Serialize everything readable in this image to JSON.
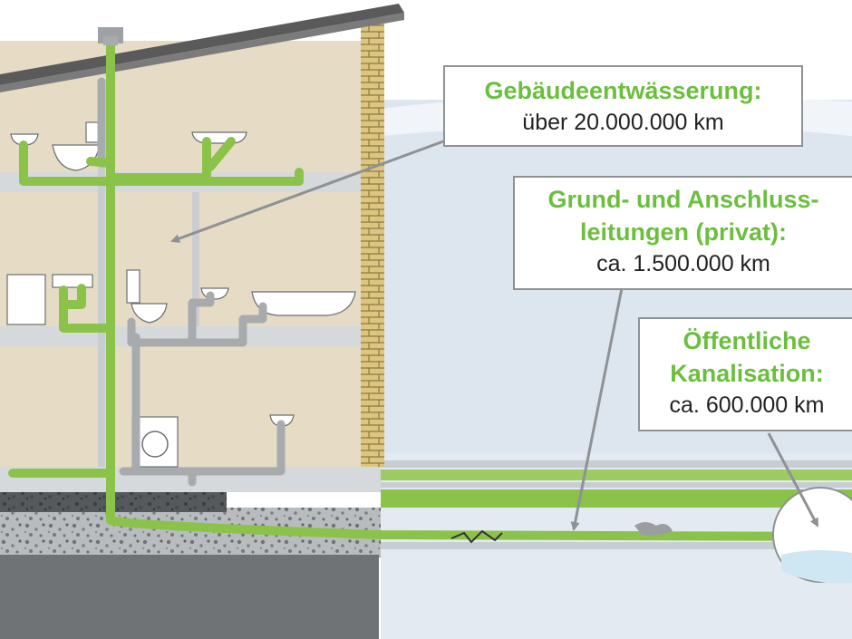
{
  "callouts": {
    "building": {
      "title": "Gebäudeentwässerung:",
      "value": "über 20.000.000 km"
    },
    "private": {
      "title_line1": "Grund- und Anschluss-",
      "title_line2": "leitungen (privat):",
      "value": "ca. 1.500.000 km"
    },
    "public": {
      "title_line1": "Öffentliche",
      "title_line2": "Kanalisation:",
      "value": "ca. 600.000 km"
    }
  },
  "colors": {
    "pipe_green": "#8bc34a",
    "pipe_grey": "#a8abae",
    "wall_beige": "#e6dcc5",
    "brick": "#d9c27a",
    "sky": "#dde6ef",
    "callout_border": "#8f9295",
    "title_green": "#6cbf3e"
  }
}
